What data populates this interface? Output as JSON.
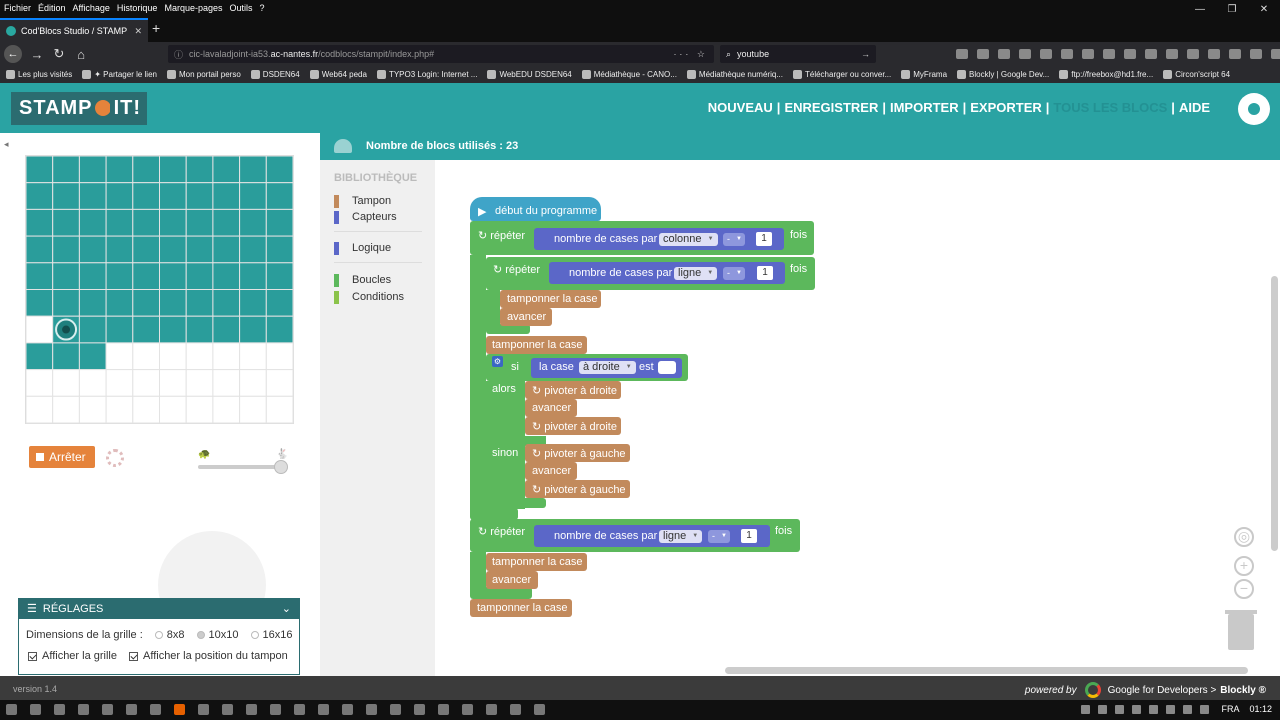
{
  "browser": {
    "menu": [
      "Fichier",
      "Édition",
      "Affichage",
      "Historique",
      "Marque-pages",
      "Outils",
      "?"
    ],
    "tab_title": "Cod'Blocs Studio / STAMP IT !",
    "url_prefix": "cic-lavaladjoint-ia53.",
    "url_host": "ac-nantes.fr",
    "url_path": "/codblocs/stampit/index.php#",
    "search_value": "youtube",
    "bookmarks": [
      "Les plus visités",
      "✦ Partager le lien",
      "Mon portail perso",
      "DSDEN64",
      "Web64 peda",
      "TYPO3 Login: Internet ...",
      "WebEDU DSDEN64",
      "Médiathèque - CANO...",
      "Médiathèque numériq...",
      "Télécharger ou conver...",
      "MyFrama",
      "Blockly | Google Dev...",
      "ftp://freebox@hd1.fre...",
      "Circon'script 64"
    ]
  },
  "app": {
    "logo_left": "STAMP",
    "logo_right": "IT!",
    "nav": {
      "nouveau": "NOUVEAU",
      "enregistrer": "ENREGISTRER",
      "importer": "IMPORTER",
      "exporter": "EXPORTER",
      "tous": "TOUS LES BLOCS",
      "aide": "AIDE",
      "sep": "|"
    },
    "collapse": "◂",
    "stop_button": "Arrêter",
    "settings": {
      "title": "RÉGLAGES",
      "grid_label": "Dimensions de la grille :",
      "options": [
        "8x8",
        "10x10",
        "16x16"
      ],
      "selected": "10x10",
      "show_grid": "Afficher la grille",
      "show_position": "Afficher la position du tampon"
    },
    "info": "Nombre de blocs utilisés : 23",
    "library": {
      "title": "BIBLIOTHÈQUE",
      "tampon": "Tampon",
      "capteurs": "Capteurs",
      "logique": "Logique",
      "boucles": "Boucles",
      "conditions": "Conditions",
      "colors": {
        "tampon": "#c28a5c",
        "capteurs": "#5b67c8",
        "logique": "#5b67c8",
        "boucles": "#5cb85c",
        "conditions": "#8bc34a"
      }
    },
    "grid": {
      "rows": 10,
      "cols": 10,
      "filled_cells": 73,
      "stamp_row": 7,
      "stamp_col": 2,
      "fill_color": "#2a9d9b"
    }
  },
  "blocks": {
    "start": "début du programme",
    "repeat": "répéter",
    "times": "fois",
    "cells_per": "nombre de cases par",
    "colonne": "colonne",
    "ligne": "ligne",
    "minus": "-",
    "one": "1",
    "stamp": "tamponner la case",
    "forward": "avancer",
    "if": "si",
    "the_cell": "la case",
    "right": "à droite",
    "is": "est",
    "then": "alors",
    "else": "sinon",
    "turn_right": "pivoter à droite",
    "turn_left": "pivoter à gauche",
    "rot": "↻"
  },
  "footer": {
    "version": "version 1.4",
    "powered": "powered by",
    "google": "Google for Developers >",
    "blockly": "Blockly ®"
  },
  "taskbar": {
    "lang": "FRA",
    "time": "01:12"
  }
}
